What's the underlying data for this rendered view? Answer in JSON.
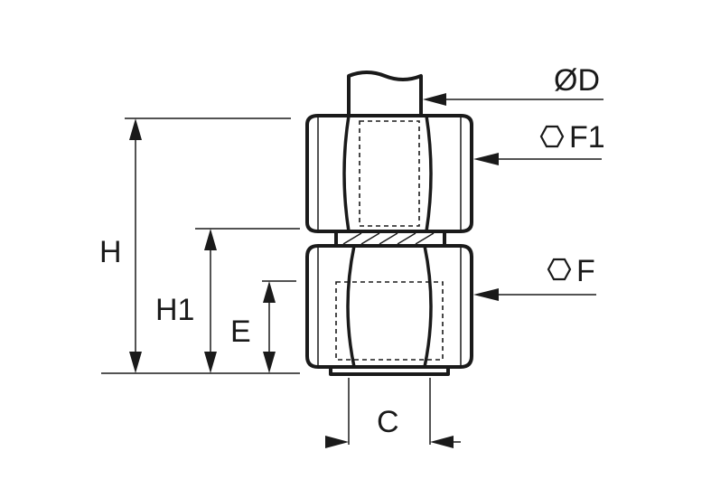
{
  "labels": {
    "tube_diameter": "ØD",
    "upper_hex": "F1",
    "lower_hex": "F",
    "overall_height": "H",
    "mid_height": "H1",
    "thread_length": "E",
    "thread_width": "C"
  },
  "icons": {
    "hex_symbol": "hexagon-outline-icon"
  },
  "colors": {
    "line": "#1a1a1a",
    "background": "#ffffff"
  }
}
